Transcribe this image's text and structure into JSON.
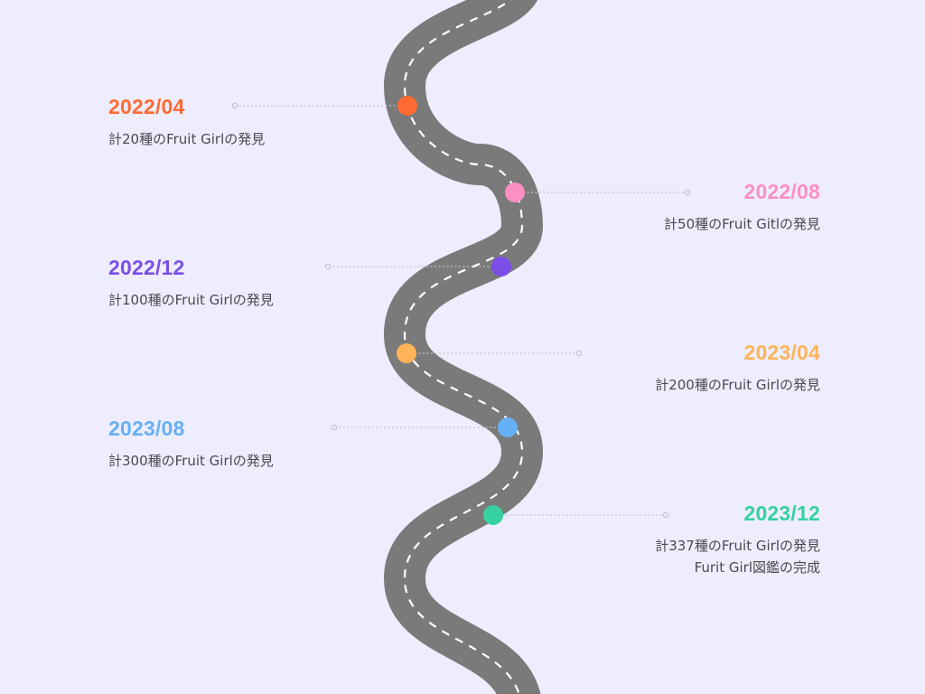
{
  "timeline": {
    "road_color": "#7a7a7a",
    "lane_marking_color": "#ffffff",
    "connector_color": "#c4c3cc",
    "milestones": [
      {
        "date": "2022/04",
        "lines": [
          "計20種のFruit Girlの発見"
        ],
        "color": "#ff6a33",
        "side": "left"
      },
      {
        "date": "2022/08",
        "lines": [
          "計50種のFruit Gitlの発見"
        ],
        "color": "#ff8fc3",
        "side": "right"
      },
      {
        "date": "2022/12",
        "lines": [
          "計100種のFruit Girlの発見"
        ],
        "color": "#7b4ee8",
        "side": "left"
      },
      {
        "date": "2023/04",
        "lines": [
          "計200種のFruit Girlの発見"
        ],
        "color": "#ffb458",
        "side": "right"
      },
      {
        "date": "2023/08",
        "lines": [
          "計300種のFruit Girlの発見"
        ],
        "color": "#66b0f5",
        "side": "left"
      },
      {
        "date": "2023/12",
        "lines": [
          "計337種のFruit Girlの発見",
          "Furit Girl図鑑の完成"
        ],
        "color": "#35d1a3",
        "side": "right"
      }
    ]
  }
}
